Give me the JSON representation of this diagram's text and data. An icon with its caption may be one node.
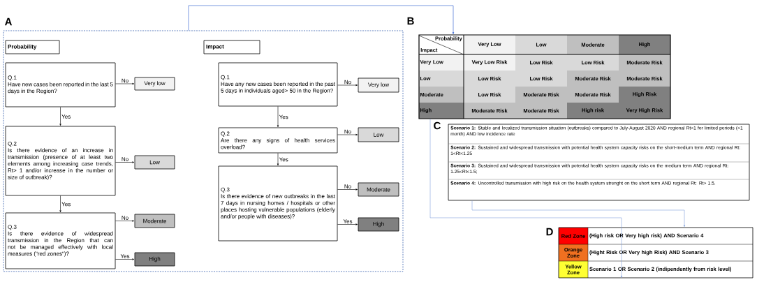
{
  "diagram": {
    "nodes": [
      {
        "text": [
          "A"
        ]
      },
      {
        "text": [
          "Probability"
        ],
        "in": 0
      },
      {
        "text": [
          "Impact"
        ],
        "in": 0
      },
      {
        "text": [
          "Q.1",
          "Have new cases been reported in the last 5 days in the Region?"
        ],
        "in": 0
      },
      {
        "text": [
          "Very low"
        ],
        "in": 0
      },
      {
        "text": [
          "Q.2",
          "Is there evidence of an increase in transmission (presence of at least two elements among increasing case trends, Rt> 1 and/or increase in the number or size of outbreak)?"
        ],
        "in": 0
      },
      {
        "text": [
          "Low"
        ],
        "in": 0
      },
      {
        "text": [
          "Q.3",
          "Is there evidence of widespread transmission in the Region that can not be managed effectively with local measures (\"red zones\")?"
        ],
        "in": 0
      },
      {
        "text": [
          "Moderate"
        ],
        "in": 0
      },
      {
        "text": [
          "High"
        ],
        "in": 0
      },
      {
        "text": [
          "Q.1",
          "Have any new cases been reported in the past 5 days in individuals aged> 50 in the Region?"
        ],
        "in": 0
      },
      {
        "text": [
          "Very low"
        ],
        "in": 0
      },
      {
        "text": [
          "Q.2",
          "Are there any signs of health services overload?"
        ],
        "in": 0
      },
      {
        "text": [
          "Low"
        ],
        "in": 0
      },
      {
        "text": [
          "Q.3",
          "Is there evidence of new outbreaks in the last 7 days in nursing homes / hospitals or other places hosting vulnerable populations (elderly and/or people with diseases)?"
        ],
        "in": 0
      },
      {
        "text": [
          "Moderate"
        ],
        "in": 0
      },
      {
        "text": [
          "High"
        ],
        "in": 0
      },
      {
        "text": [
          "B"
        ]
      },
      {
        "text": [
          "C",
          "**Scenario 1:** Stable and localized transmission situation (outbreaks) compared to July-August 2020 AND regional Rt>1 for limited periods (<1 month) AND low incidence rate",
          "**Scenario 2:** Sustained and widespread transmission with potential health system capacity risks on the short-medium term AND regional Rt: 1<Rt<1.25",
          "**Scenario 3:** Sustained and widespread transmission with potential health system capacity risks on the medium term AND regional Rt: 1.25<Rt<1.5;",
          "**Scenario 4:** Uncontrolled transmission with high risk on the health system strenght on the short term AND regional Rt: Rt> 1.5."
        ]
      },
      {
        "text": [
          "D"
        ]
      }
    ],
    "edges": [
      {
        "from": 0,
        "to": 17,
        "arrow": "to",
        "color": "#2255cc"
      },
      {
        "from": 3,
        "to": 4,
        "arrow": "to",
        "label": "No"
      },
      {
        "from": 3,
        "to": 5,
        "arrow": "to",
        "label": "Yes"
      },
      {
        "from": 5,
        "to": 6,
        "arrow": "to",
        "label": "No"
      },
      {
        "from": 5,
        "to": 7,
        "arrow": "to",
        "label": "Yes"
      },
      {
        "from": 7,
        "to": 8,
        "arrow": "to",
        "label": "No"
      },
      {
        "from": 7,
        "to": 9,
        "arrow": "to",
        "label": "Yes"
      },
      {
        "from": 10,
        "to": 11,
        "arrow": "to",
        "label": "No"
      },
      {
        "from": 10,
        "to": 12,
        "arrow": "to",
        "label": "Yes"
      },
      {
        "from": 12,
        "to": 13,
        "arrow": "to",
        "label": "No"
      },
      {
        "from": 12,
        "to": 14,
        "arrow": "to",
        "label": "Yes"
      },
      {
        "from": 14,
        "to": 15,
        "arrow": "to",
        "label": "No"
      },
      {
        "from": 14,
        "to": 16,
        "arrow": "to",
        "label": "Yes"
      },
      {
        "from": 17,
        "to": 19,
        "arrow": "to",
        "color": "#7fa0dc"
      },
      {
        "from": 18,
        "to": 19,
        "arrow": "to",
        "color": "#7fa0dc"
      }
    ],
    "labels": [
      "Probability",
      "Impact",
      "Very Low",
      "Low",
      "Moderate",
      "High",
      "Very Low",
      "Very Low Risk",
      "Low Risk",
      "Low Risk",
      "Moderate Risk",
      "Low",
      "Low Risk",
      "Low Risk",
      "Moderate Risk",
      "Moderate Risk",
      "Moderate",
      "Low Risk",
      "Moderate Risk",
      "Moderate Risk",
      "High Risk",
      "High",
      "Moderate Risk",
      "Moderate Risk",
      "High risk",
      "Very High Risk",
      "Red Zone",
      "(High risk OR Very high risk) AND Scenario 4",
      "Orange Zone",
      "(Hight Risk OR Very high Risk) AND Scenario 3",
      "Yellow Zone",
      "Scenario 1 OR Scenario 2 (indipendently from risk level)"
    ]
  }
}
